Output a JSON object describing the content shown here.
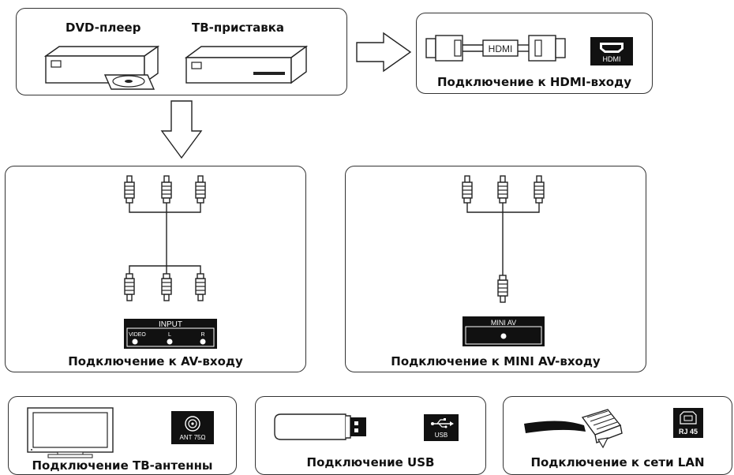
{
  "sources": {
    "dvd_label": "DVD-плеер",
    "stb_label": "ТВ-приставка"
  },
  "hdmi": {
    "cable_text": "HDMI",
    "port_text": "HDMI",
    "caption": "Подключение к HDMI-входу"
  },
  "av": {
    "panel_title": "INPUT",
    "port_video": "VIDEO",
    "port_l": "L",
    "port_r": "R",
    "caption": "Подключение к AV-входу"
  },
  "mini_av": {
    "panel_title": "MINI AV",
    "caption": "Подключение к MINI AV-входу"
  },
  "antenna": {
    "port_text": "ANT 75Ω",
    "caption": "Подключение ТВ-антенны"
  },
  "usb": {
    "port_text": "USB",
    "caption": "Подключение USB"
  },
  "lan": {
    "port_text": "RJ 45",
    "caption": "Подключение к сети LAN"
  }
}
